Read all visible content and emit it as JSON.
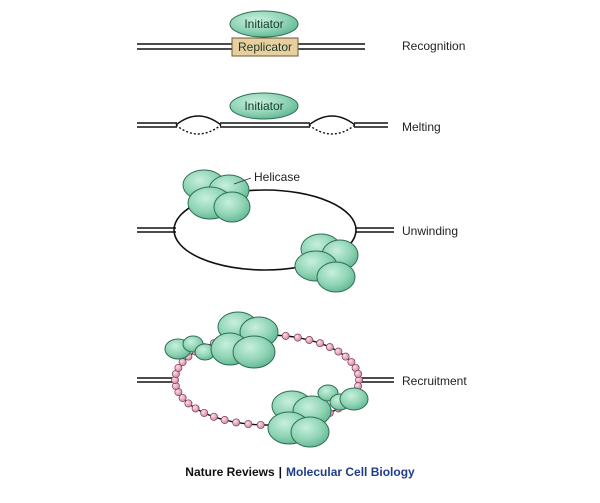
{
  "stages": [
    {
      "label": "Recognition"
    },
    {
      "label": "Melting"
    },
    {
      "label": "Unwinding"
    },
    {
      "label": "Recruitment"
    }
  ],
  "proteins": {
    "initiator": "Initiator",
    "replicator": "Replicator",
    "helicase": "Helicase"
  },
  "credit": {
    "journal": "Nature Reviews",
    "separator": "|",
    "title": "Molecular Cell Biology"
  },
  "colors": {
    "protein_fill": "#8fd4b4",
    "protein_stroke": "#2e6e55",
    "replicator_fill": "#e7cfa0",
    "bead_fill": "#e7a9c0",
    "bead_stroke": "#7a3b55",
    "dna": "#111111",
    "credit_blue": "#1f3c8a"
  }
}
